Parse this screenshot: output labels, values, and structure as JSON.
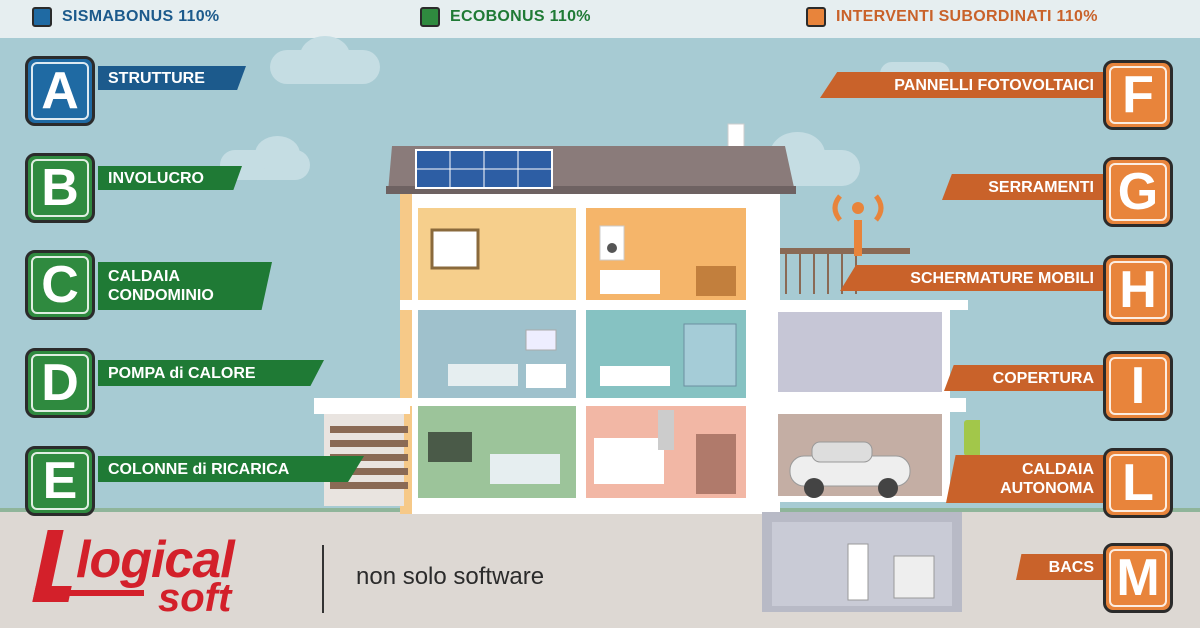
{
  "legend": [
    {
      "label": "SISMABONUS 110%",
      "color": "#1f6aa3"
    },
    {
      "label": "ECOBONUS 110%",
      "color": "#2f8a3f"
    },
    {
      "label": "INTERVENTI SUBORDINATI 110%",
      "color": "#e8843b"
    }
  ],
  "items_left": [
    {
      "letter": "A",
      "label": "STRUTTURE",
      "category": "sismabonus"
    },
    {
      "letter": "B",
      "label": "INVOLUCRO",
      "category": "ecobonus"
    },
    {
      "letter": "C",
      "label": "CALDAIA\nCONDOMINIO",
      "category": "ecobonus"
    },
    {
      "letter": "D",
      "label": "POMPA di CALORE",
      "category": "ecobonus"
    },
    {
      "letter": "E",
      "label": "COLONNE di RICARICA",
      "category": "ecobonus"
    }
  ],
  "items_right": [
    {
      "letter": "F",
      "label": "PANNELLI FOTOVOLTAICI",
      "category": "subordinati"
    },
    {
      "letter": "G",
      "label": "SERRAMENTI",
      "category": "subordinati"
    },
    {
      "letter": "H",
      "label": "SCHERMATURE MOBILI",
      "category": "subordinati"
    },
    {
      "letter": "I",
      "label": "COPERTURA",
      "category": "subordinati"
    },
    {
      "letter": "L",
      "label": "CALDAIA\nAUTONOMA",
      "category": "subordinati"
    },
    {
      "letter": "M",
      "label": "BACS",
      "category": "subordinati"
    }
  ],
  "brand": {
    "logo_top": "logical",
    "logo_bottom": "soft",
    "tagline": "non solo software"
  },
  "colors": {
    "sismabonus": "#1f6aa3",
    "ecobonus": "#2f8a3f",
    "subordinati": "#e8843b",
    "logo_red": "#d3202a"
  }
}
